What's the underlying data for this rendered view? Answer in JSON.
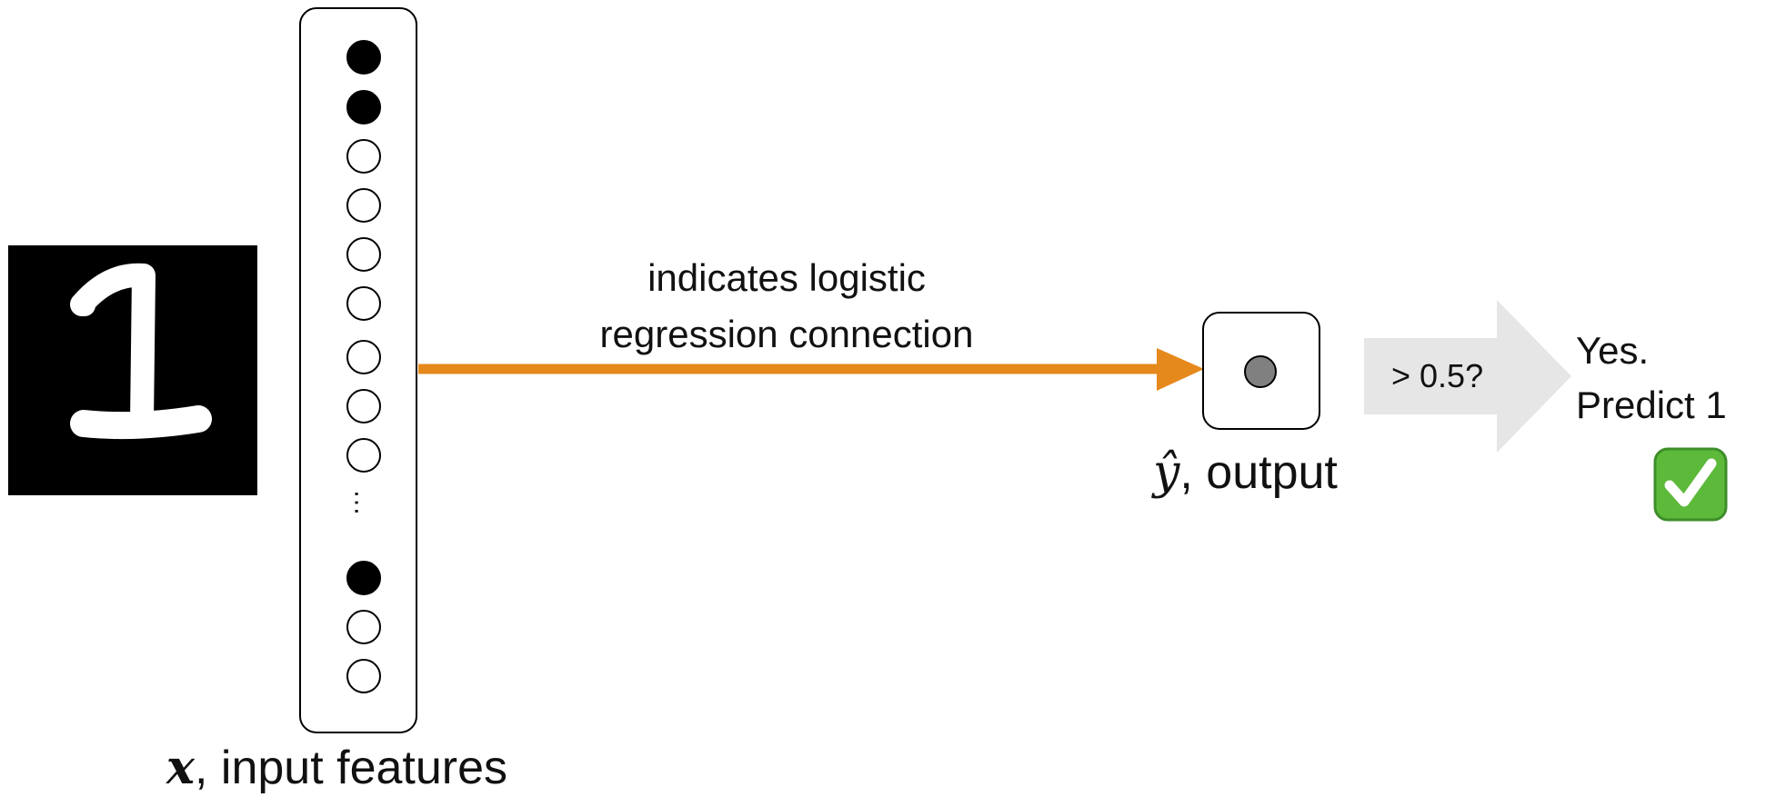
{
  "input": {
    "var_symbol": "x",
    "label": ", input features",
    "vector": [
      "filled",
      "filled",
      "empty",
      "empty",
      "empty",
      "empty",
      "empty",
      "empty",
      "empty",
      "ellipsis",
      "filled",
      "empty",
      "empty"
    ]
  },
  "connection": {
    "text_line1": "indicates logistic",
    "text_line2": "regression connection",
    "color": "#E6891C"
  },
  "output": {
    "var_symbol": "ŷ",
    "label": ", output"
  },
  "threshold": {
    "text": "> 0.5?",
    "arrow_color": "#E6E6E6"
  },
  "prediction": {
    "line1": "Yes.",
    "line2": "Predict 1",
    "check_color": "#5DB93A"
  }
}
